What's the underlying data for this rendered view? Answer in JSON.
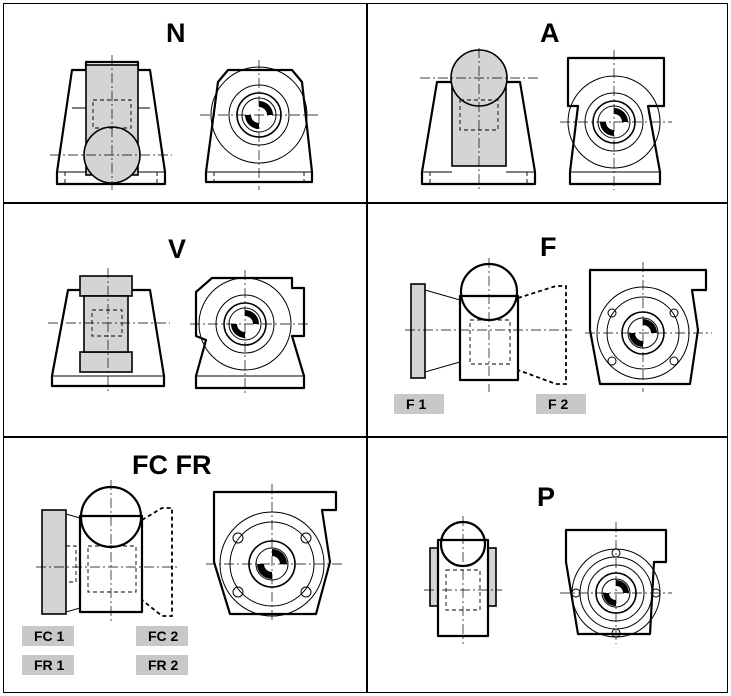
{
  "panels": [
    {
      "id": "N",
      "title": "N",
      "tags": []
    },
    {
      "id": "A",
      "title": "A",
      "tags": []
    },
    {
      "id": "V",
      "title": "V",
      "tags": []
    },
    {
      "id": "F",
      "title": "F",
      "tags": [
        "F 1",
        "F 2"
      ]
    },
    {
      "id": "FCFR",
      "title": "FC FR",
      "tags": [
        "FC 1",
        "FC 2",
        "FR 1",
        "FR 2"
      ]
    },
    {
      "id": "P",
      "title": "P",
      "tags": []
    }
  ]
}
